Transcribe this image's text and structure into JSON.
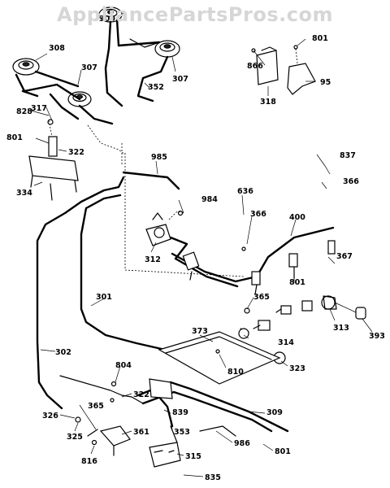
{
  "watermark": "AppliancePartsPros.com",
  "callouts": {
    "c300": "300",
    "c308": "308",
    "c307a": "307",
    "c307b": "307",
    "c352": "352",
    "c828": "828",
    "c317": "317",
    "c801a": "801",
    "c322a": "322",
    "c334": "334",
    "c866": "866",
    "c801b": "801",
    "c318": "318",
    "c95": "95",
    "c985": "985",
    "c984": "984",
    "c837": "837",
    "c366a": "366",
    "c636": "636",
    "c366b": "366",
    "c400": "400",
    "c312": "312",
    "c367": "367",
    "c801c": "801",
    "c301": "301",
    "c365a": "365",
    "c313": "313",
    "c393": "393",
    "c314": "314",
    "c373": "373",
    "c323": "323",
    "c810": "810",
    "c302": "302",
    "c804": "804",
    "c322b": "322",
    "c309": "309",
    "c326": "326",
    "c365b": "365",
    "c361": "361",
    "c839": "839",
    "c353": "353",
    "c325": "325",
    "c986": "986",
    "c816": "816",
    "c315": "315",
    "c801d": "801",
    "c835": "835"
  }
}
